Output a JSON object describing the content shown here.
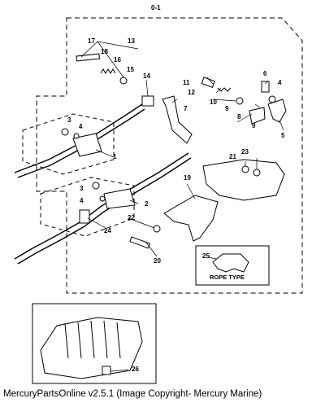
{
  "diagram": {
    "group_label": "0-1",
    "rope_type_label": "ROPE TYPE",
    "callouts": [
      {
        "id": "c17",
        "text": "17"
      },
      {
        "id": "c13",
        "text": "13"
      },
      {
        "id": "c18",
        "text": "18"
      },
      {
        "id": "c16",
        "text": "16"
      },
      {
        "id": "c15",
        "text": "15"
      },
      {
        "id": "c14",
        "text": "14"
      },
      {
        "id": "c11",
        "text": "11"
      },
      {
        "id": "c12",
        "text": "12"
      },
      {
        "id": "c10",
        "text": "10"
      },
      {
        "id": "c6",
        "text": "6"
      },
      {
        "id": "c4a",
        "text": "4"
      },
      {
        "id": "c7",
        "text": "7"
      },
      {
        "id": "c8",
        "text": "8"
      },
      {
        "id": "c9a",
        "text": "9"
      },
      {
        "id": "c9b",
        "text": "9"
      },
      {
        "id": "c5",
        "text": "5"
      },
      {
        "id": "c3a",
        "text": "3"
      },
      {
        "id": "c4b",
        "text": "4"
      },
      {
        "id": "c1",
        "text": "1"
      },
      {
        "id": "c21",
        "text": "21"
      },
      {
        "id": "c23",
        "text": "23"
      },
      {
        "id": "c19",
        "text": "19"
      },
      {
        "id": "c3b",
        "text": "3"
      },
      {
        "id": "c4c",
        "text": "4"
      },
      {
        "id": "c2",
        "text": "2"
      },
      {
        "id": "c22",
        "text": "22"
      },
      {
        "id": "c24",
        "text": "24"
      },
      {
        "id": "c20",
        "text": "20"
      },
      {
        "id": "c25",
        "text": "25"
      },
      {
        "id": "c26",
        "text": "26"
      }
    ]
  },
  "footer": {
    "text": "MercuryPartsOnline v2.5.1 (Image Copyright- Mercury Marine)"
  }
}
